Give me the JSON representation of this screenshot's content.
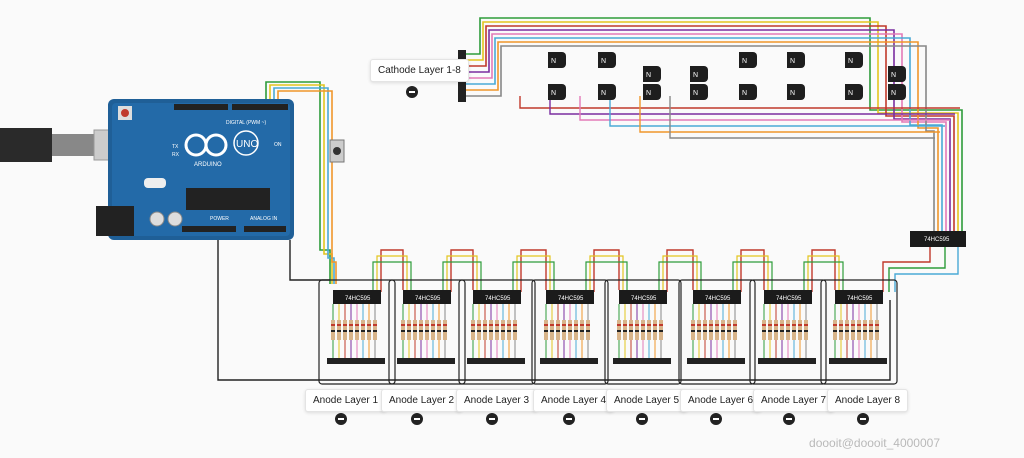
{
  "arduino": {
    "brand": "ARDUINO",
    "model": "UNO",
    "digital_label": "DIGITAL (PWM ~)",
    "power_label": "POWER",
    "analog_label": "ANALOG IN",
    "on_label": "ON",
    "tx_label": "TX",
    "rx_label": "RX"
  },
  "chip_label": "74HC595",
  "cathode_label": "Cathode Layer 1-8",
  "anode_labels": [
    "Anode Layer 1",
    "Anode Layer 2",
    "Anode Layer 3",
    "Anode Layer 4",
    "Anode Layer 5",
    "Anode Layer 6",
    "Anode Layer 7",
    "Anode Layer 8"
  ],
  "transistor_mark": "N",
  "watermark": "doooit@doooit_4000007",
  "wire_colors": [
    "#2e9c3a",
    "#e3c51f",
    "#c0392b",
    "#7b2da0",
    "#e37ab8",
    "#4aa9d6",
    "#f0962b",
    "#888888"
  ]
}
